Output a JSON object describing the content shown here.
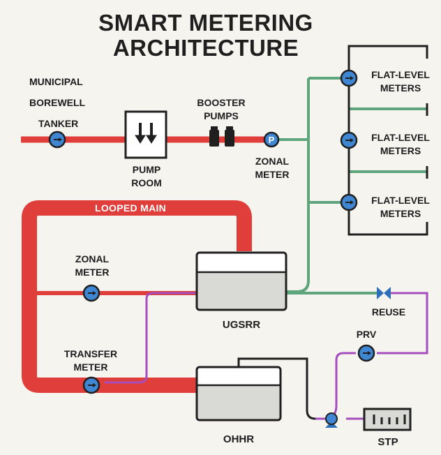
{
  "title": {
    "line1": "SMART METERING",
    "line2": "ARCHITECTURE"
  },
  "sources": {
    "municipal": "MUNICIPAL",
    "borewell": "BOREWELL",
    "tanker": "TANKER"
  },
  "pump_room": {
    "line1": "PUMP",
    "line2": "ROOM"
  },
  "booster_pumps": {
    "line1": "BOOSTER",
    "line2": "PUMPS"
  },
  "zonal_meter_top": {
    "symbol": "P",
    "line1": "ZONAL",
    "line2": "METER"
  },
  "flat_meters": [
    {
      "line1": "FLAT-LEVEL",
      "line2": "METERS"
    },
    {
      "line1": "FLAT-LEVEL",
      "line2": "METERS"
    },
    {
      "line1": "FLAT-LEVEL",
      "line2": "METERS"
    }
  ],
  "looped_main": "LOOPED MAIN",
  "zonal_meter_left": {
    "line1": "ZONAL",
    "line2": "METER"
  },
  "ugsrr": "UGSRR",
  "reuse": "REUSE",
  "prv": "PRV",
  "transfer_meter": {
    "line1": "TRANSFER",
    "line2": "METER"
  },
  "ohhr": "OHHR",
  "stp": "STP",
  "colors": {
    "main_pipe": "#e03e3a",
    "green_pipe": "#5ea57d",
    "purple_pipe": "#a54dbd",
    "black_pipe": "#1f1f1f",
    "meter_fill": "#3f86d3",
    "tank_fill": "#d9d9d6"
  }
}
